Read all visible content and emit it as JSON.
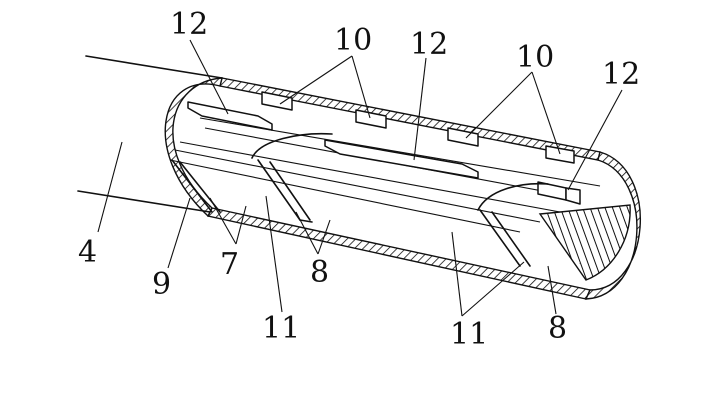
{
  "labels": {
    "l4": "4",
    "l9": "9",
    "l7": "7",
    "l11a": "11",
    "l8a": "8",
    "l11b": "11",
    "l8b": "8",
    "l12a": "12",
    "l12b": "12",
    "l12c": "12",
    "l10a": "10",
    "l10b": "10"
  },
  "colors": {
    "ink": "#111111",
    "background": "#ffffff"
  }
}
